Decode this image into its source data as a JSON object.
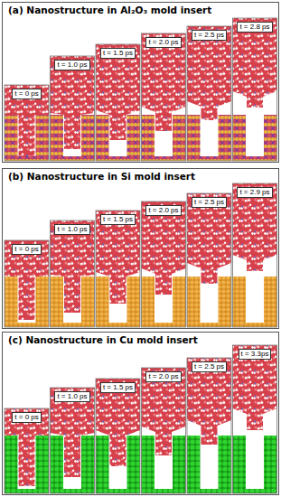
{
  "diagram": {
    "nodes": [
      {
        "text": [
          "(a) Nanostructure in Al₂O₃ mold insert"
        ]
      },
      {
        "text": [
          "t = 0 ps"
        ],
        "in": 0
      },
      {
        "text": [
          "t = 1.0 ps"
        ],
        "in": 0
      },
      {
        "text": [
          "t = 1.5 ps"
        ],
        "in": 0
      },
      {
        "text": [
          "t = 2.0 ps"
        ],
        "in": 0
      },
      {
        "text": [
          "t = 2.5 ps"
        ],
        "in": 0
      },
      {
        "text": [
          "t = 2.8 ps"
        ],
        "in": 0
      },
      {
        "text": [
          "(b) Nanostructure in Si mold insert"
        ]
      },
      {
        "text": [
          "t = 0 ps"
        ],
        "in": 7
      },
      {
        "text": [
          "t = 1.0 ps"
        ],
        "in": 7
      },
      {
        "text": [
          "t = 1.5 ps"
        ],
        "in": 7
      },
      {
        "text": [
          "t = 2.0 ps"
        ],
        "in": 7
      },
      {
        "text": [
          "t = 2.5 ps"
        ],
        "in": 7
      },
      {
        "text": [
          "t = 2.9 ps"
        ],
        "in": 7
      },
      {
        "text": [
          "(c) Nanostructure in Cu mold insert"
        ]
      },
      {
        "text": [
          "t = 0 ps"
        ],
        "in": 14
      },
      {
        "text": [
          "t = 1.0 ps"
        ],
        "in": 14
      },
      {
        "text": [
          "t = 1.5 ps"
        ],
        "in": 14
      },
      {
        "text": [
          "t = 2.0 ps"
        ],
        "in": 14
      },
      {
        "text": [
          "t = 2.5 ps"
        ],
        "in": 14
      },
      {
        "text": [
          "t = 3.3ps"
        ],
        "in": 14
      }
    ]
  }
}
